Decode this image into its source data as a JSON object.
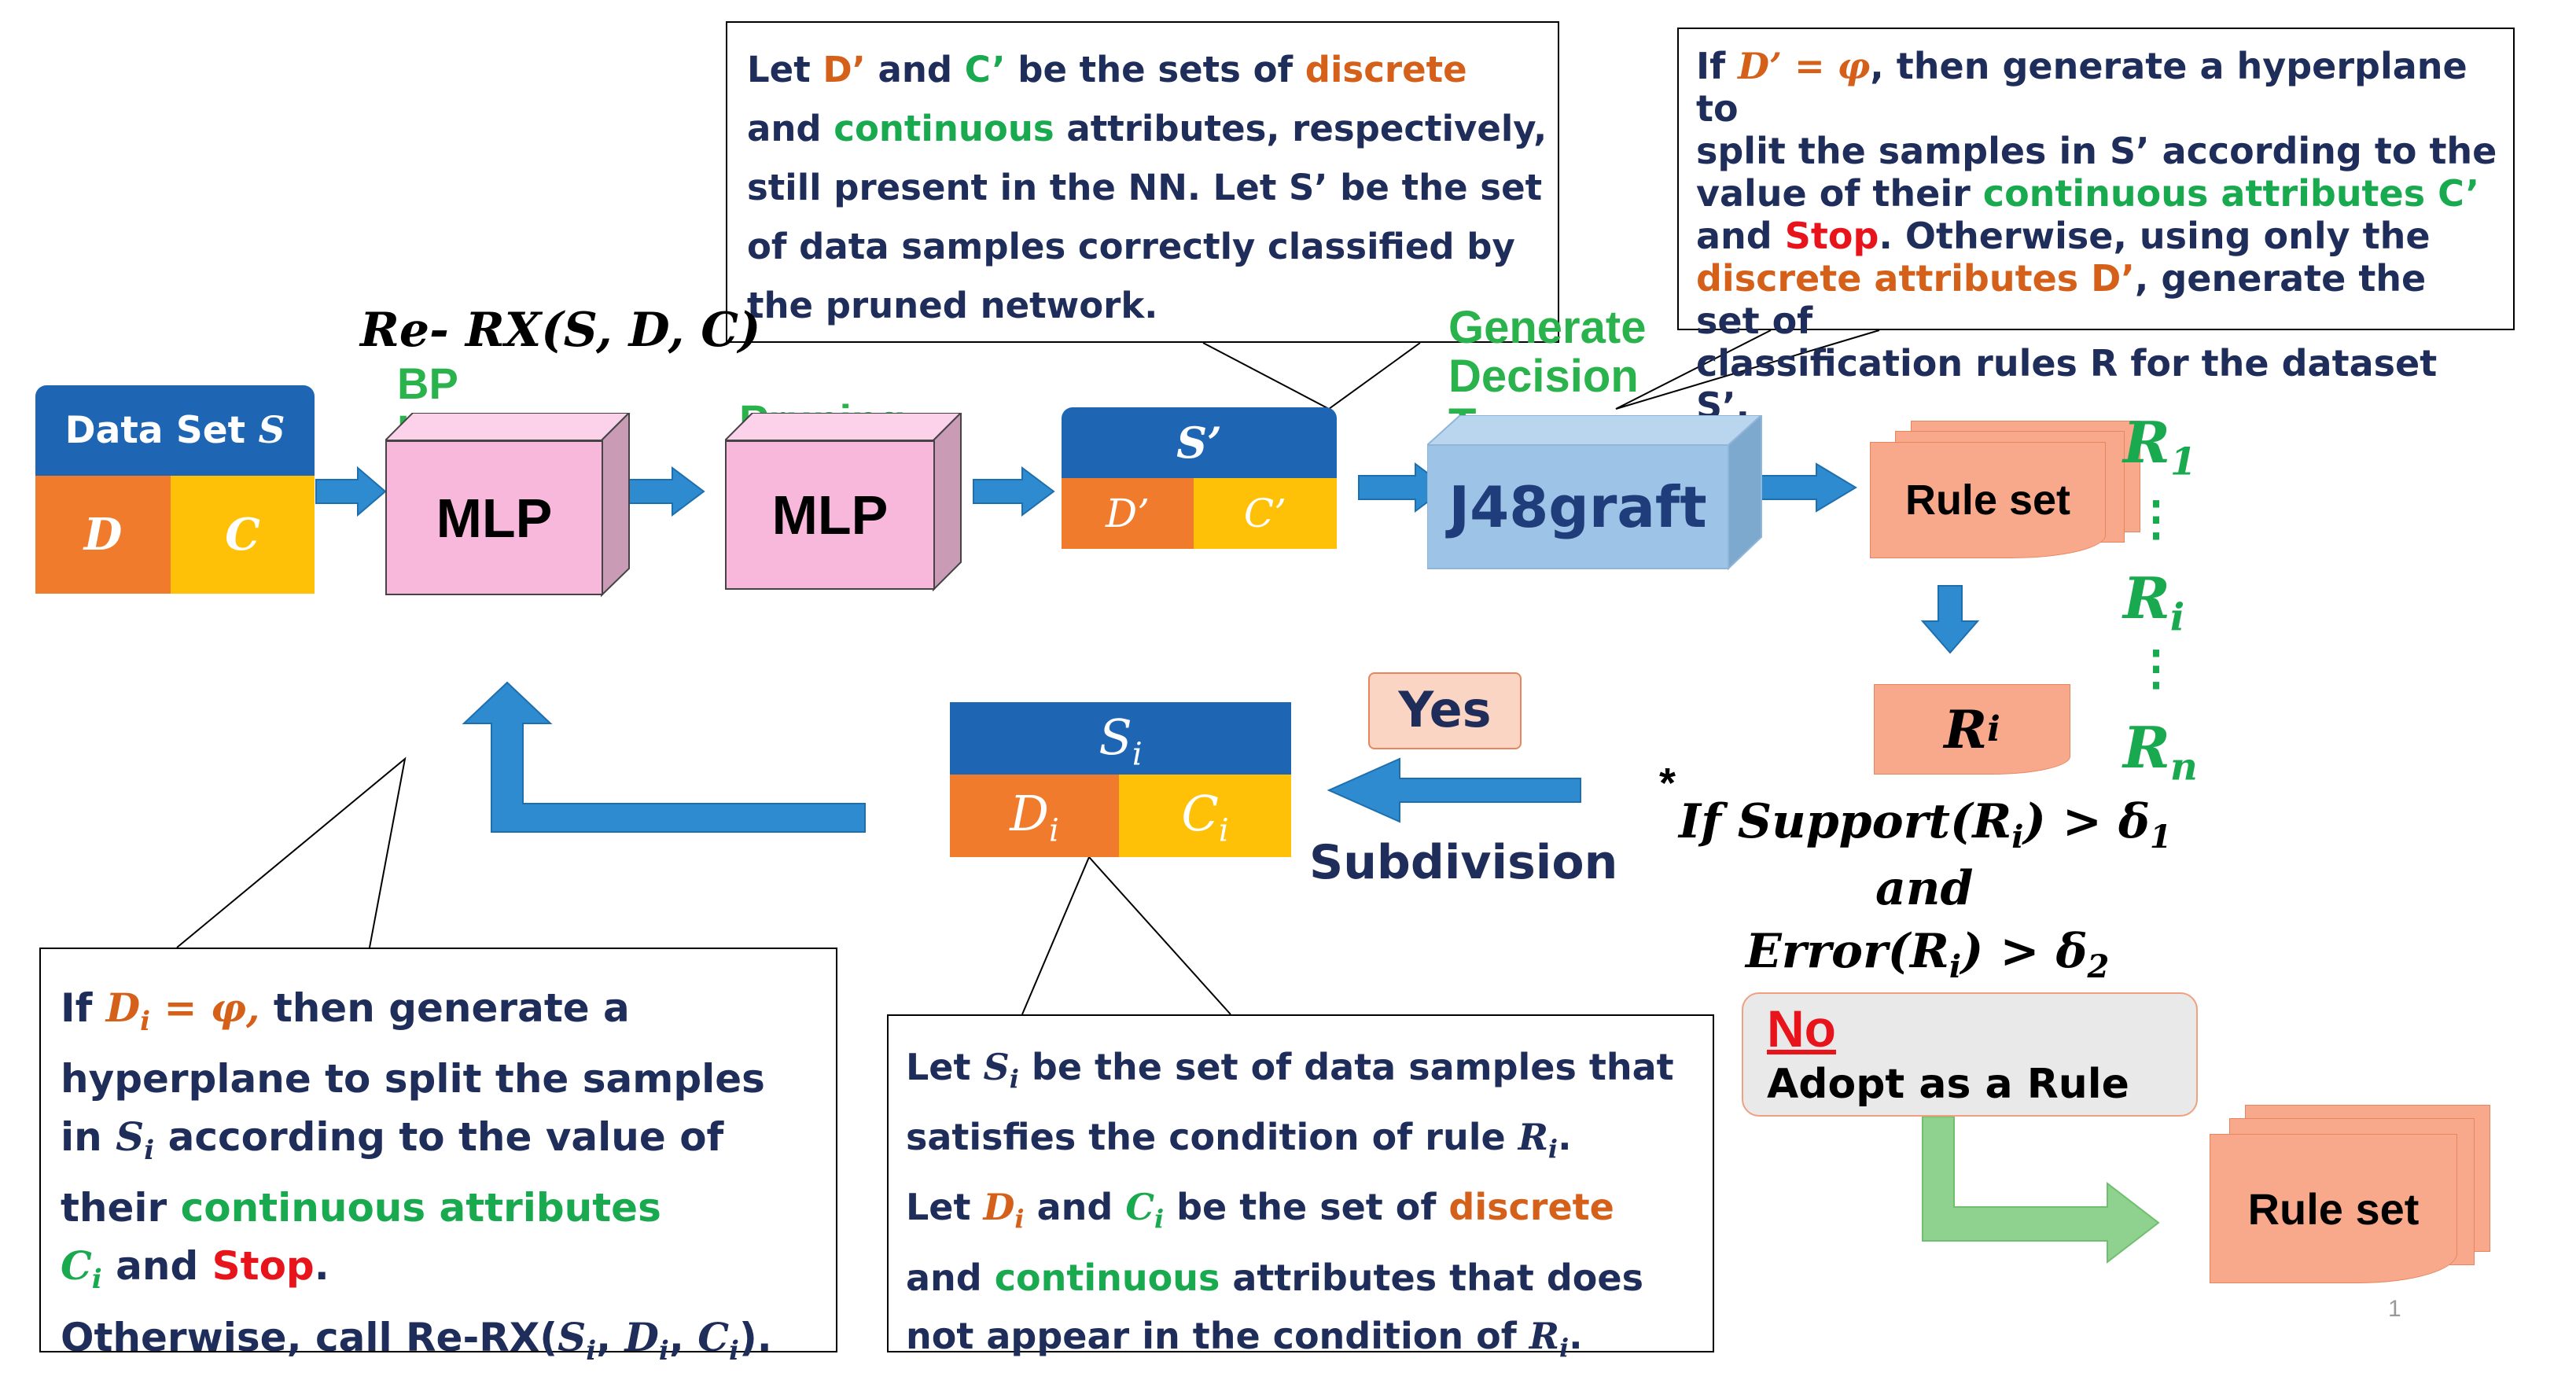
{
  "title": "Re- RX(S, D, C)",
  "dataset": {
    "header": "Data Set ",
    "header_var": "S",
    "d": "D",
    "c": "C"
  },
  "labels": {
    "bp_learning": "BP\nLearning",
    "pruning": "Pruning",
    "generate_dt": "Generate\nDecision\nTree",
    "mlp1": "MLP",
    "mlp2": "MLP",
    "j48": "J48graft",
    "rule_set_1": "Rule set",
    "rule_set_2": "Rule set",
    "ri_box": "R",
    "ri_box_sub": "i",
    "yes": "Yes",
    "subdivision": "Subdivision",
    "no": "No",
    "adopt": "Adopt as a Rule",
    "page_number": "1",
    "asterisk": "*"
  },
  "s_prime": {
    "header": "S’",
    "d": "D’",
    "c": "C’"
  },
  "s_i": {
    "header": "S",
    "header_sub": "i",
    "d": "D",
    "d_sub": "i",
    "c": "C",
    "c_sub": "i"
  },
  "rules_list": {
    "r1": "R",
    "r1_sub": "1",
    "ri": "R",
    "ri_sub": "i",
    "rn": "R",
    "rn_sub": "n",
    "dots": "⋮"
  },
  "condition": {
    "l1_a": "If Support(R",
    "l1_sub": "i",
    "l1_b": ") > δ",
    "l1_sub2": "1",
    "l2": "and",
    "l3_a": "Error(R",
    "l3_sub": "i",
    "l3_b": ") > δ",
    "l3_sub2": "2"
  },
  "callout_top_middle": {
    "t1": "Let ",
    "t2": "D’",
    "t3": " and ",
    "t4": "C’",
    "t5": " be the sets of ",
    "t6": "discrete",
    "t7": "and ",
    "t8": "continuous",
    "t9": " attributes, respectively,",
    "t10": "still present in the NN. Let S’ be the set",
    "t11": "of data samples correctly classified by",
    "t12": "the pruned network."
  },
  "callout_top_right": {
    "t1": "If ",
    "t2": "D’ = φ",
    "t3": ", then generate a hyperplane to",
    "t4": "split the samples in S’ according to the",
    "t5": "value of their ",
    "t6": "continuous attributes C’",
    "t7": "and ",
    "t8": "Stop",
    "t9": ". Otherwise, using only the",
    "t10": "discrete attributes D’",
    "t11": ", generate the set of",
    "t12": "classification rules R for the dataset S’."
  },
  "callout_bottom_left": {
    "t1": "If ",
    "t2": "D",
    "t2s": "i",
    "t3": " = φ,",
    "t4": " then generate a",
    "t5": "hyperplane to split the samples",
    "t6": "in ",
    "t7": "S",
    "t7s": "i",
    "t8": " according to the value of",
    "t9": "their ",
    "t10": "continuous attributes",
    "t11": "C",
    "t11s": "i",
    "t12": " and ",
    "t13": "Stop",
    "t14": ".",
    "t15": "Otherwise, call Re-RX(",
    "t16": "S",
    "t16s": "i",
    "t17": ", ",
    "t18": "D",
    "t18s": "i",
    "t19": ", ",
    "t20": "C",
    "t20s": "i",
    "t21": ")."
  },
  "callout_bottom_middle": {
    "t1": "Let ",
    "t2": "S",
    "t2s": "i",
    "t3": " be the set of data samples that",
    "t4": "satisfies the condition of rule ",
    "t5": "R",
    "t5s": "i",
    "t6": ".",
    "t7": "Let ",
    "t8": "D",
    "t8s": "i",
    "t9": " and ",
    "t10": "C",
    "t10s": "i",
    "t11": " be the set of ",
    "t12": "discrete",
    "t13": "and ",
    "t14": "continuous",
    "t15": " attributes that does",
    "t16": "not appear in the condition of ",
    "t17": "R",
    "t17s": "i",
    "t18": "."
  },
  "colors": {
    "blue_header": "#1e66b4",
    "orange": "#f07b2c",
    "yellow": "#ffc107",
    "pink": "#f8b8dc",
    "light_blue": "#9dc3e6",
    "salmon": "#f9a98b",
    "arrow_blue": "#2e8bd0",
    "green_arrow": "#8fd18f",
    "text_navy": "#1f2d5a",
    "text_green": "#19a94f",
    "text_orange": "#d4601a",
    "text_red": "#e8141c"
  }
}
